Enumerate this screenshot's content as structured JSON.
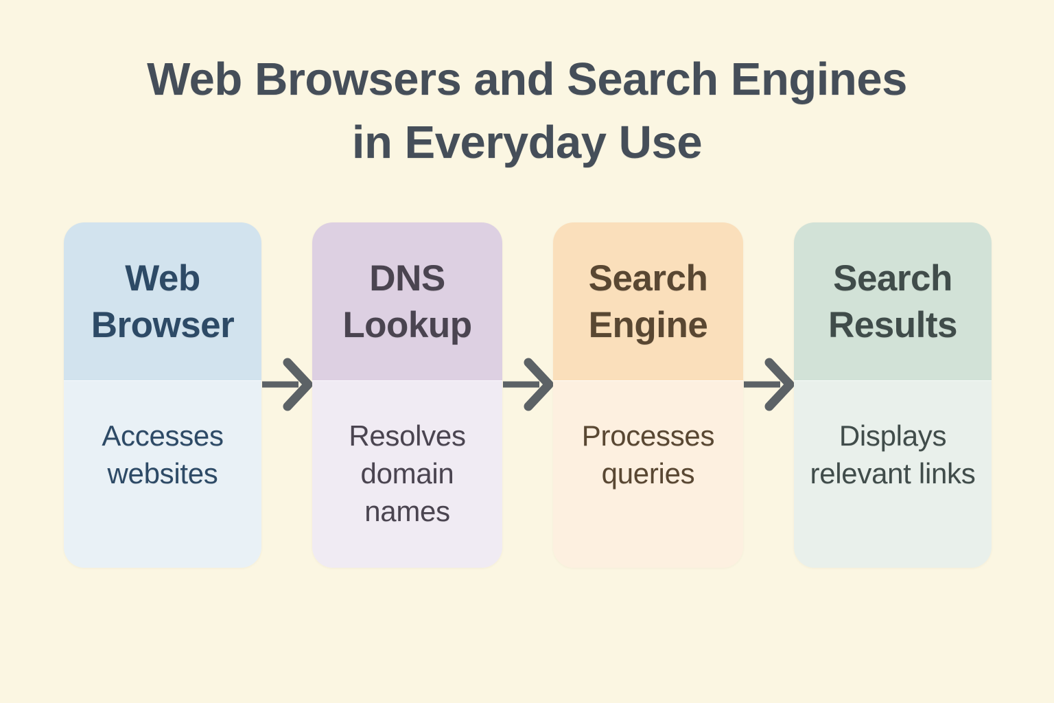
{
  "page": {
    "background": "#fbf6e2",
    "title_line1": "Web Browsers and Search Engines",
    "title_line2": "in Everyday Use",
    "title_color": "#454e59"
  },
  "arrow": {
    "icon": "right-arrow-icon",
    "color": "#5c6266"
  },
  "cards": [
    {
      "id": "web-browser",
      "title": "Web Browser",
      "description": "Accesses websites",
      "colors": {
        "header_bg": "#d2e3ee",
        "body_bg": "#e9f1f6",
        "text": "#2d4a66"
      }
    },
    {
      "id": "dns-lookup",
      "title": "DNS Lookup",
      "description": "Resolves domain names",
      "colors": {
        "header_bg": "#ddd0e2",
        "body_bg": "#f0ebf3",
        "text": "#4a4450"
      }
    },
    {
      "id": "search-engine",
      "title": "Search Engine",
      "description": "Processes queries",
      "colors": {
        "header_bg": "#fadfbb",
        "body_bg": "#fdf0e0",
        "text": "#594732"
      }
    },
    {
      "id": "search-results",
      "title": "Search Results",
      "description": "Displays relevant links",
      "colors": {
        "header_bg": "#d2e2d7",
        "body_bg": "#e9f0eb",
        "text": "#404c4a"
      }
    }
  ]
}
